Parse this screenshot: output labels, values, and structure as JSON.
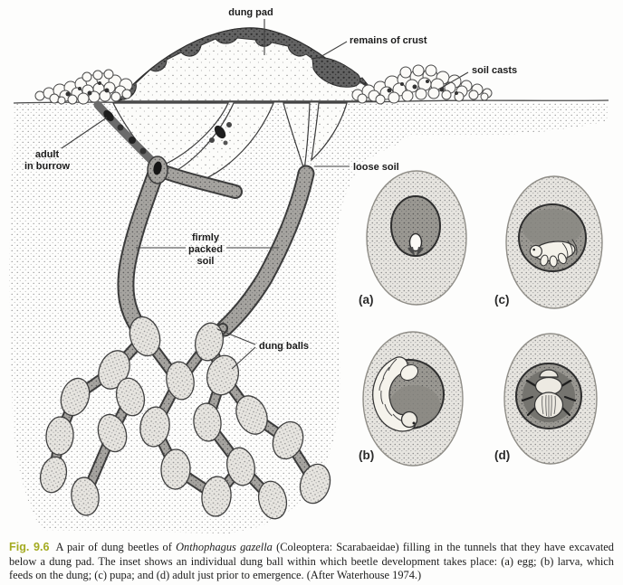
{
  "figure": {
    "labels": {
      "dung_pad": "dung pad",
      "remains_of_crust": "remains of crust",
      "soil_casts": "soil casts",
      "adult_line1": "adult",
      "adult_line2": "in burrow",
      "loose_soil": "loose soil",
      "firmly_line1": "firmly",
      "firmly_line2": "packed",
      "firmly_line3": "soil",
      "dung_balls": "dung balls",
      "inset_a": "(a)",
      "inset_b": "(b)",
      "inset_c": "(c)",
      "inset_d": "(d)"
    },
    "caption": {
      "fig_label": "Fig. 9.6",
      "before_species": "A pair of dung beetles of ",
      "species": "Onthophagus gazella",
      "after_species": " (Coleoptera: Scarabaeidae) filling in the tunnels that they have excavated below a dung pad. The inset shows an individual dung ball within which beetle development takes place: (a) egg; (b) larva, which feeds on the dung; (c) pupa; and (d) adult just prior to emergence. (After Waterhouse 1974.)"
    },
    "colors": {
      "fig_label_color": "#a4ab21",
      "ink": "#2e2e2e"
    }
  }
}
